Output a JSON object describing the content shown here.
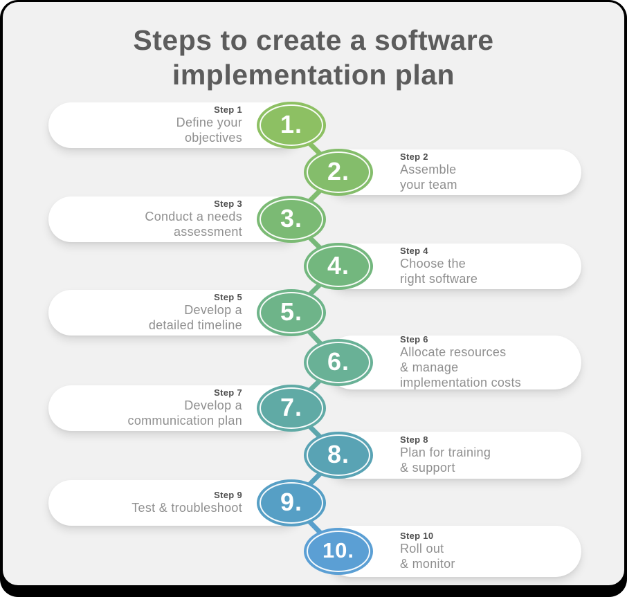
{
  "title": {
    "line1": "Steps to create a software",
    "line2": "implementation plan"
  },
  "palette": {
    "page_background": "#f1f1f1",
    "frame": "#000000",
    "card": "#ffffff",
    "title_text": "#5c5c5c",
    "step_label_text": "#4e4e4e",
    "description_text": "#8f8f8f",
    "number_text": "#ffffff"
  },
  "steps": [
    {
      "number": "1.",
      "label": "Step 1",
      "description": "Define your\nobjectives",
      "side": "left",
      "color": "#8dc063"
    },
    {
      "number": "2.",
      "label": "Step 2",
      "description": "Assemble\nyour team",
      "side": "right",
      "color": "#84bd6b"
    },
    {
      "number": "3.",
      "label": "Step 3",
      "description": "Conduct a needs\nassessment",
      "side": "left",
      "color": "#7bba74"
    },
    {
      "number": "4.",
      "label": "Step 4",
      "description": "Choose the\nright software",
      "side": "right",
      "color": "#73b77e"
    },
    {
      "number": "5.",
      "label": "Step 5",
      "description": "Develop a\ndetailed timeline",
      "side": "left",
      "color": "#6eb489"
    },
    {
      "number": "6.",
      "label": "Step 6",
      "description": "Allocate resources\n& manage\nimplementation costs",
      "side": "right",
      "color": "#69b196"
    },
    {
      "number": "7.",
      "label": "Step 7",
      "description": "Develop a\ncommunication plan",
      "side": "left",
      "color": "#60aaa5"
    },
    {
      "number": "8.",
      "label": "Step 8",
      "description": "Plan for training\n& support",
      "side": "right",
      "color": "#59a3b4"
    },
    {
      "number": "9.",
      "label": "Step 9",
      "description": "Test & troubleshoot",
      "side": "left",
      "color": "#569fc5"
    },
    {
      "number": "10.",
      "label": "Step 10",
      "description": "Roll out\n & monitor",
      "side": "right",
      "color": "#5b9fd4"
    }
  ]
}
